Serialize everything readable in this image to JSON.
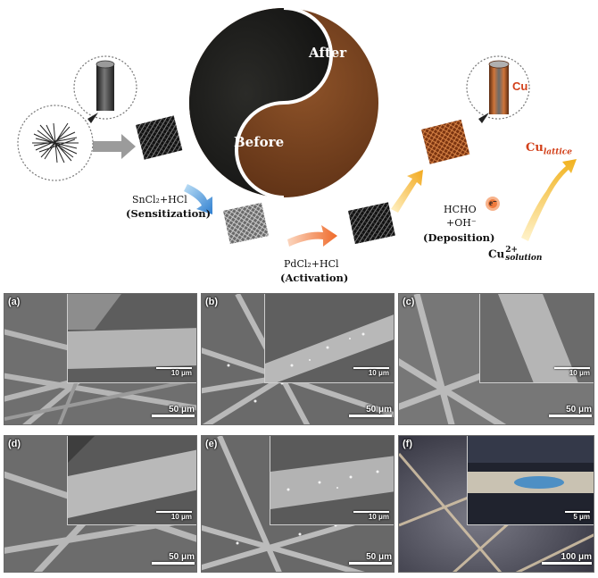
{
  "schematic": {
    "after_label": "After",
    "before_label": "Before",
    "cu_label": "Cu",
    "step1_reagent": "SnCl₂+HCl",
    "step1_name": "(Sensitization)",
    "step2_reagent": "PdCl₂+HCl",
    "step2_name": "(Activation)",
    "step3_reagent1": "HCHO",
    "step3_reagent2": "+OH⁻",
    "step3_name": "(Deposition)",
    "electron": "e⁻",
    "cu_lattice_base": "Cu",
    "cu_lattice_sub": "lattice",
    "cu_solution_base": "Cu",
    "cu_solution_sup": "2+",
    "cu_solution_sub": "solution"
  },
  "panels": [
    {
      "label": "(a)",
      "inset_scale": "10 μm",
      "main_scale": "50 μm"
    },
    {
      "label": "(b)",
      "inset_scale": "10 μm",
      "main_scale": "50 μm"
    },
    {
      "label": "(c)",
      "inset_scale": "10 μm",
      "main_scale": "50 μm"
    },
    {
      "label": "(d)",
      "inset_scale": "10 μm",
      "main_scale": "50 μm"
    },
    {
      "label": "(e)",
      "inset_scale": "10 μm",
      "main_scale": "50 μm"
    },
    {
      "label": "(f)",
      "inset_scale": "5 μm",
      "main_scale": "100 μm"
    }
  ],
  "colors": {
    "before": "#1c1c1a",
    "after": "#7a4220",
    "blue_arrow": "#3f8fd8",
    "orange_arrow": "#f07a3a",
    "yellow_arrow": "#f3b531",
    "cu_red": "#d2401a"
  }
}
